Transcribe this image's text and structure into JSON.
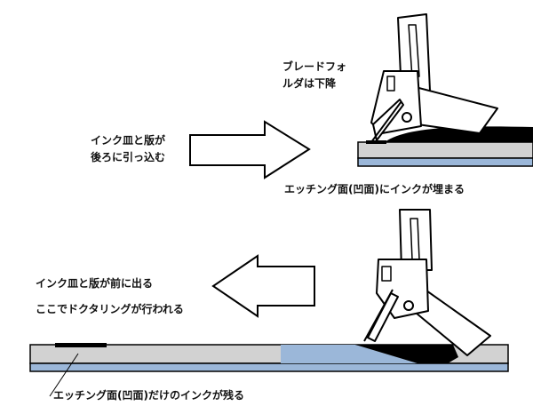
{
  "labels": {
    "blade_holder_down_line1": "ブレードフォ",
    "blade_holder_down_line2": "ルダは下降",
    "ink_plate_back_line1": "インク皿と版が",
    "ink_plate_back_line2": "後ろに引っ込む",
    "ink_fills_etching": "エッチング面(凹面)にインクが埋まる",
    "ink_plate_forward": "インク皿と版が前に出る",
    "doctoring_here": "ここでドクタリングが行われる",
    "ink_remains_etching": "エッチング面(凹面)だけのインクが残る"
  },
  "colors": {
    "plate_gray": "#d2d2d2",
    "plate_blue": "#9bb7d9",
    "ink": "#000000",
    "outline": "#000000"
  },
  "icons": {
    "arrow_right": "arrow-right-icon",
    "arrow_left": "arrow-left-icon",
    "blade_holder": "blade-holder-icon"
  }
}
